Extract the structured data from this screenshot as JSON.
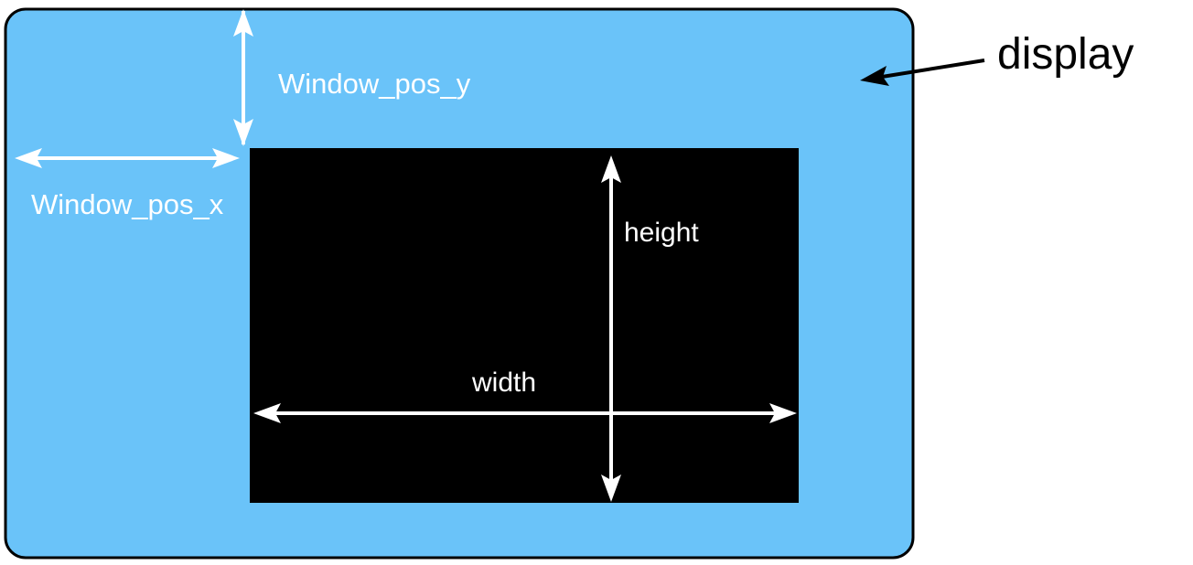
{
  "labels": {
    "window_pos_y": "Window_pos_y",
    "window_pos_x": "Window_pos_x",
    "height": "height",
    "width": "width",
    "display": "display"
  },
  "colors": {
    "display_fill": "#6AC3F9",
    "display_border": "#000000",
    "window_fill": "#000000",
    "arrow": "#FFFFFF",
    "pointer_arrow": "#000000",
    "label_on_shapes": "#FFFFFF",
    "label_outside": "#000000"
  }
}
